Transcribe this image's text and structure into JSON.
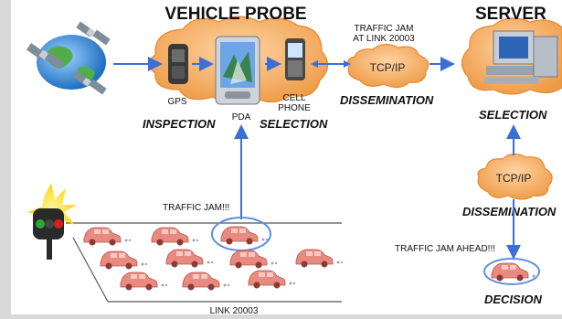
{
  "titles": {
    "vehicle_probe": "VEHICLE PROBE",
    "server": "SERVER"
  },
  "labels": {
    "gps": "GPS",
    "pda": "PDA",
    "cell": "CELL",
    "phone": "PHONE",
    "traffic_jam_at_line1": "TRAFFIC JAM",
    "traffic_jam_at_line2": "AT LINK 20003",
    "tcpip_top": "TCP/IP",
    "tcpip_right": "TCP/IP",
    "inspection": "INSPECTION",
    "selection_left": "SELECTION",
    "dissemination_top": "DISSEMINATION",
    "selection_right": "SELECTION",
    "dissemination_right": "DISSEMINATION",
    "traffic_jam_alert": "TRAFFIC JAM!!!",
    "traffic_jam_ahead": "TRAFFIC JAM  AHEAD!!!",
    "decision": "DECISION",
    "link": "LINK 20003"
  },
  "colors": {
    "arrow": "#3b6fd6",
    "cloud": "#f5a65a",
    "cloud_dark": "#e38a33",
    "car": "#e98a80",
    "ellipse": "#5f8ee0",
    "road": "#555555"
  },
  "icons": [
    "satellite-icon",
    "globe-icon",
    "gps-device-icon",
    "pda-icon",
    "cell-phone-icon",
    "computer-icon",
    "traffic-light-icon",
    "car-icon"
  ]
}
